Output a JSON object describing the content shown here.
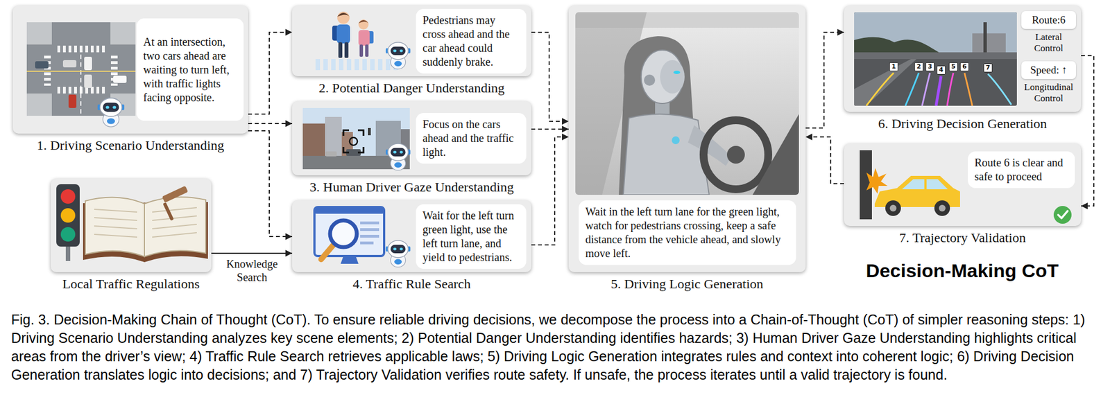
{
  "diagram": {
    "title": "Decision-Making CoT",
    "caption": "Fig. 3. Decision-Making Chain of Thought (CoT). To ensure reliable driving decisions, we decompose the process into a Chain-of-Thought (CoT) of simpler reasoning steps: 1) Driving Scenario Understanding analyzes key scene elements; 2) Potential Danger Understanding identifies hazards; 3) Human Driver Gaze Understanding highlights critical areas from the driver’s view; 4) Traffic Rule Search retrieves applicable laws; 5) Driving Logic Generation integrates rules and context into coherent logic; 6) Driving Decision Generation translates logic into decisions; and 7) Trajectory Validation verifies route safety. If unsafe, the process iterates until a valid trajectory is found.",
    "nodes": [
      {
        "text": [
          "1. Driving Scenario Understanding"
        ]
      },
      {
        "text": [
          "At an intersection, two cars ahead are waiting to turn left, with traffic lights facing opposite."
        ],
        "in": 0
      },
      {
        "text": [
          "2. Potential Danger Understanding"
        ]
      },
      {
        "text": [
          "Pedestrians may cross ahead and the car ahead could suddenly brake."
        ],
        "in": 2
      },
      {
        "text": [
          "3. Human Driver Gaze Understanding"
        ]
      },
      {
        "text": [
          "Focus on the cars ahead and the traffic light."
        ],
        "in": 4
      },
      {
        "text": [
          "Local Traffic Regulations"
        ]
      },
      {
        "text": [
          "4. Traffic Rule Search"
        ]
      },
      {
        "text": [
          "Wait for the left turn green light, use the left turn lane, and yield to pedestrians."
        ],
        "in": 7
      },
      {
        "text": [
          "5. Driving Logic Generation"
        ]
      },
      {
        "text": [
          "Wait in the left turn lane for the green light, watch for pedestrians crossing, keep a safe distance from the vehicle ahead, and slowly move left."
        ],
        "in": 9
      },
      {
        "text": [
          "6. Driving Decision Generation"
        ]
      },
      {
        "text": [
          "Route:6",
          "Lateral Control"
        ],
        "in": 11
      },
      {
        "text": [
          "Speed: ↑",
          "Longitudinal Control"
        ],
        "in": 11
      },
      {
        "text": [
          "7. Trajectory Validation"
        ]
      },
      {
        "text": [
          "Route 6 is clear and safe to proceed"
        ],
        "in": 14
      }
    ],
    "edges": [
      {
        "from": 0,
        "to": 2,
        "arrow": "to"
      },
      {
        "from": 0,
        "to": 4,
        "arrow": "to"
      },
      {
        "from": 0,
        "to": 7,
        "arrow": "to"
      },
      {
        "from": 6,
        "to": 7,
        "label": "Knowledge Search",
        "arrow": "to"
      },
      {
        "from": 2,
        "to": 9,
        "arrow": "to"
      },
      {
        "from": 4,
        "to": 9,
        "arrow": "to"
      },
      {
        "from": 7,
        "to": 9,
        "arrow": "to"
      },
      {
        "from": 9,
        "to": 11,
        "arrow": "to"
      },
      {
        "from": 11,
        "to": 14,
        "arrow": "to"
      },
      {
        "from": 14,
        "to": 9,
        "arrow": "to"
      }
    ],
    "labels": [
      "1",
      "2",
      "3",
      "4",
      "5",
      "6",
      "7"
    ]
  }
}
